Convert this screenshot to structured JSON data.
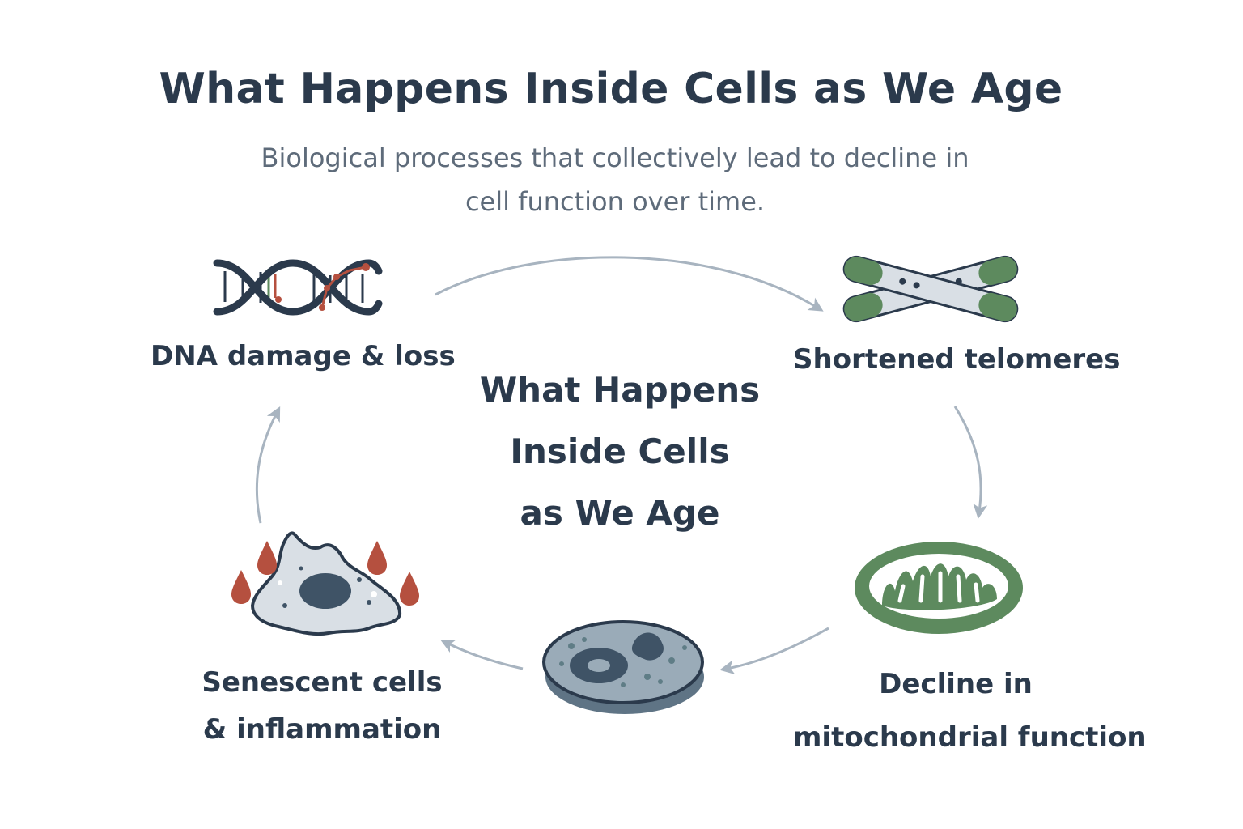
{
  "title": "What Happens Inside Cells as We Age",
  "subtitle": {
    "line1": "Biological processes that collectively lead to decline in",
    "line2": "cell function over time."
  },
  "center_title": {
    "line1": "What Happens",
    "line2": "Inside Cells",
    "line3": "as We Age"
  },
  "stages": {
    "dna": {
      "label": "DNA damage & loss",
      "icon": "dna-helix-icon"
    },
    "telomeres": {
      "label": "Shortened telomeres",
      "icon": "chromosome-icon"
    },
    "mitochondria": {
      "label_line1": "Decline in",
      "label_line2": "mitochondrial function",
      "icon": "mitochondrion-icon"
    },
    "cell": {
      "icon": "cell-icon"
    },
    "senescent": {
      "label_line1": "Senescent cells",
      "label_line2": "& inflammation",
      "icon": "senescent-cell-icon"
    }
  },
  "colors": {
    "text": "#2b3a4c",
    "subtitle": "#5e6b7a",
    "arrow": "#a8b4c0",
    "green": "#5d8a5e",
    "red": "#b5503f",
    "navy": "#2b3a4c",
    "cell_fill": "#d9dfe5"
  }
}
